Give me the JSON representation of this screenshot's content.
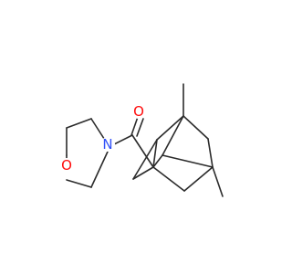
{
  "colors": {
    "background": "#ffffff",
    "bond": "#2b2b2b",
    "oxygen": "#ff0d0d",
    "nitrogen": "#3050f8"
  },
  "atoms": [
    {
      "id": "o_ring",
      "element": "oxygen",
      "label": "O"
    },
    {
      "id": "n_amide",
      "element": "nitrogen",
      "label": "N"
    },
    {
      "id": "o_carbonyl",
      "element": "oxygen",
      "label": "O"
    }
  ],
  "bonds_count": 23
}
